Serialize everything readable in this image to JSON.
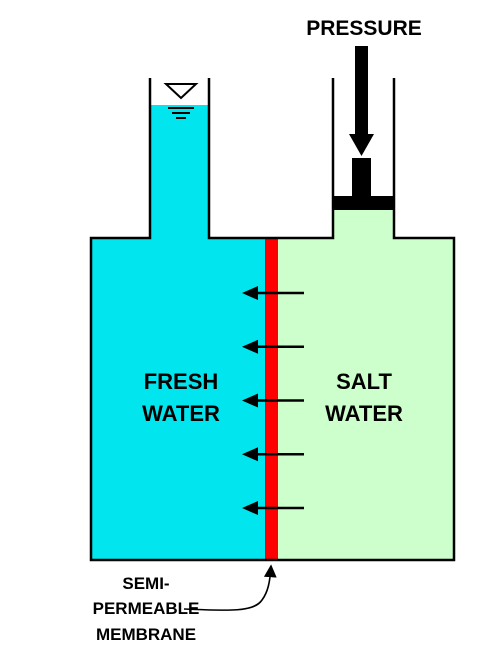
{
  "labels": {
    "pressure": "PRESSURE",
    "fresh_line1": "FRESH",
    "fresh_line2": "WATER",
    "salt_line1": "SALT",
    "salt_line2": "WATER",
    "membrane_line1": "SEMI-",
    "membrane_line2": "PERMEABLE",
    "membrane_line3": "MEMBRANE"
  },
  "colors": {
    "fresh_water": "#00e5ee",
    "salt_water": "#ccffcc",
    "membrane": "#ff0000",
    "outline": "#000000"
  },
  "flow_arrows": {
    "count": 5,
    "direction": "right-to-left"
  },
  "icons": {
    "water_level": "water-level-icon"
  }
}
